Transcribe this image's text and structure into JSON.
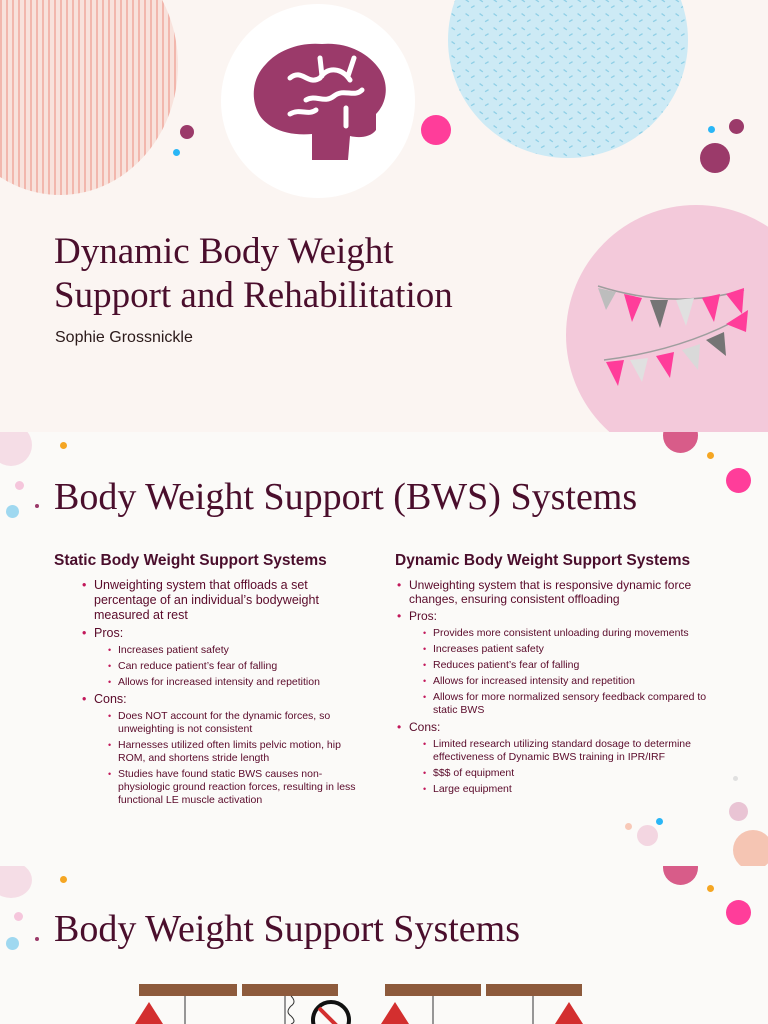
{
  "slide1": {
    "title_lines": [
      "Dynamic Body Weight",
      "Support and Rehabilitation"
    ],
    "author": "Sophie Grossnickle",
    "icons": [
      "brain-icon",
      "bunting-icon"
    ],
    "colors": {
      "title": "#4a0e2c",
      "brain": "#9b3a6a",
      "background": "#fbf5f2"
    }
  },
  "slide2": {
    "title": "Body Weight Support (BWS) Systems",
    "static": {
      "heading": "Static Body Weight Support Systems",
      "definition": "Unweighting system that offloads a set percentage of an individual’s bodyweight measured at rest",
      "pros_label": "Pros:",
      "pros": [
        "Increases patient safety",
        "Can reduce patient’s fear of falling",
        "Allows for increased intensity and repetition"
      ],
      "cons_label": "Cons:",
      "cons": [
        "Does NOT account for the dynamic forces, so unweighting is not consistent",
        "Harnesses utilized often limits pelvic motion, hip ROM, and shortens stride length",
        "Studies have found static BWS causes non-physiologic ground reaction forces, resulting in less functional LE muscle activation"
      ]
    },
    "dynamic": {
      "heading": "Dynamic Body Weight Support Systems",
      "definition": "Unweighting system that is responsive dynamic force changes, ensuring consistent offloading",
      "pros_label": "Pros:",
      "pros": [
        "Provides more consistent unloading during movements",
        "Increases patient safety",
        "Reduces patient’s fear of falling",
        "Allows for increased intensity and repetition",
        "Allows for more normalized sensory feedback compared to static BWS"
      ],
      "cons_label": "Cons:",
      "cons": [
        "Limited research utilizing standard dosage to determine effectiveness of Dynamic BWS training in IPR/IRF",
        "$$$ of equipment",
        "Large equipment"
      ]
    }
  },
  "slide3": {
    "title": "Body Weight Support Systems",
    "icons": [
      "warning-sign-icon",
      "no-symbol-icon"
    ]
  }
}
